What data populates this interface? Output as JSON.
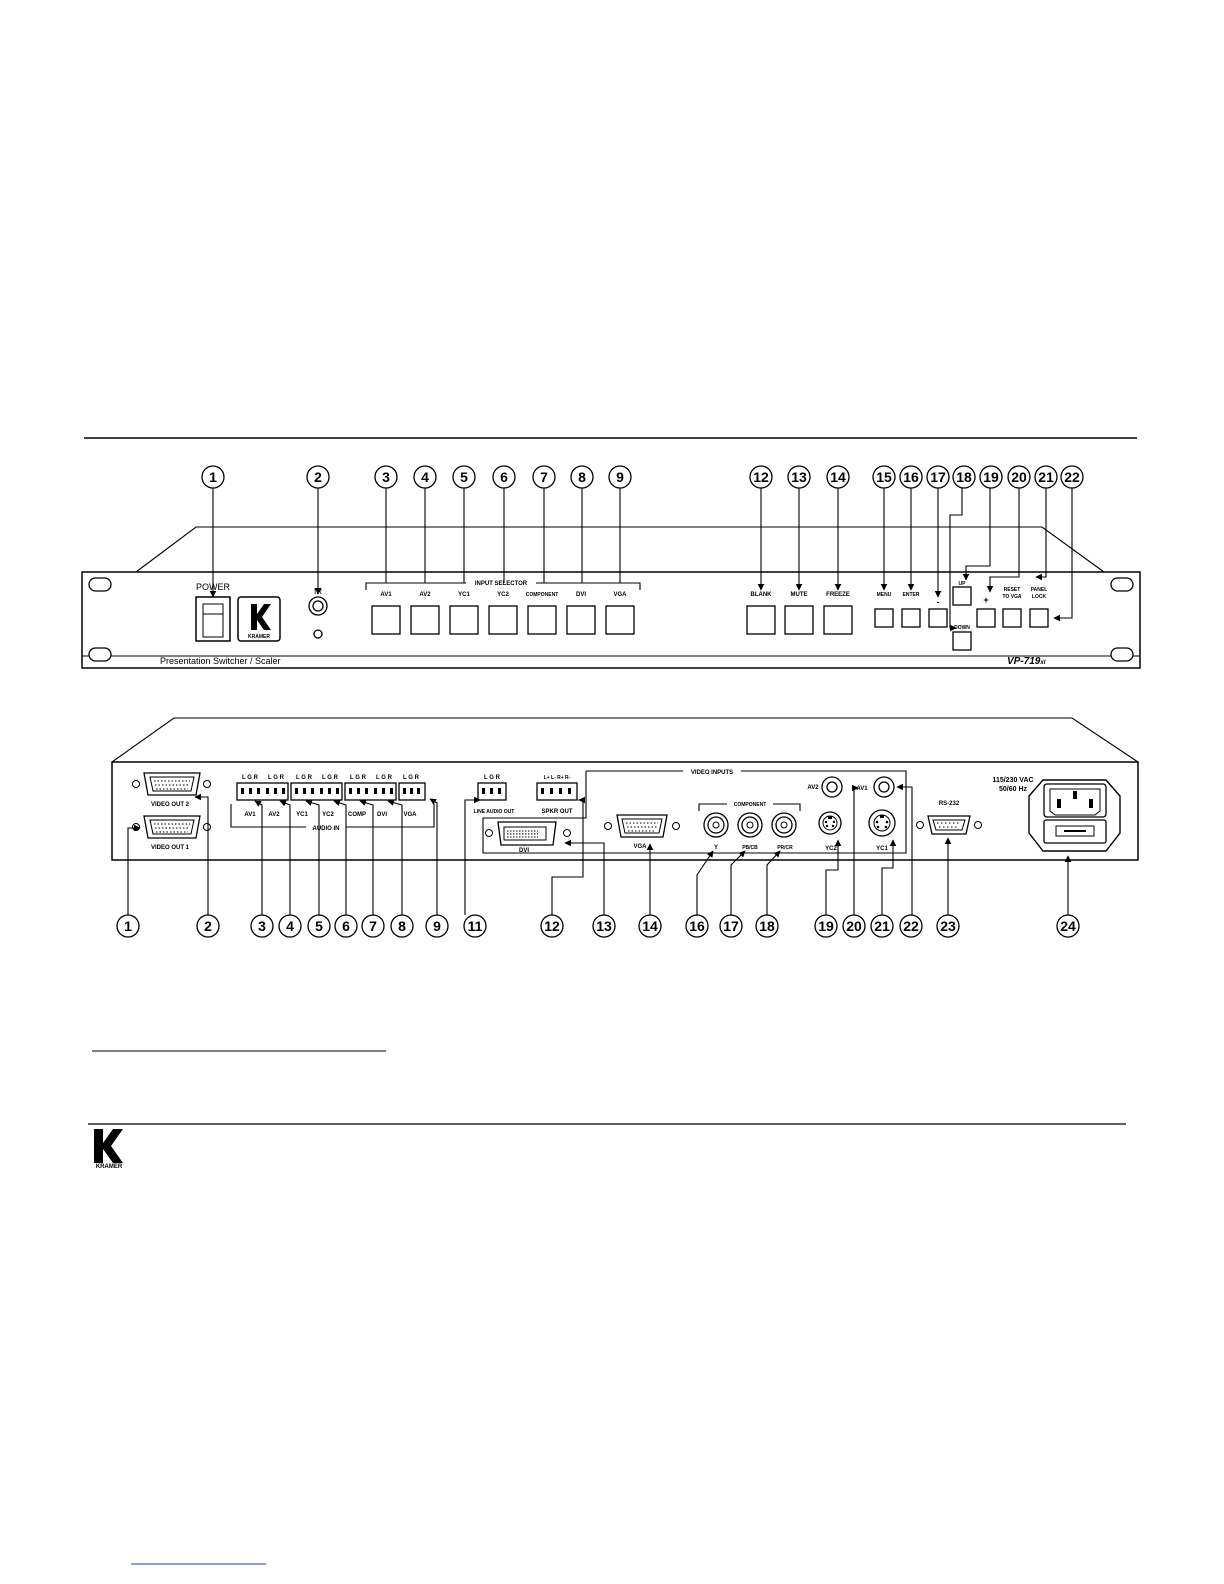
{
  "front": {
    "power_label": "POWER",
    "ir_label": "IR",
    "logo_text": "KRAMER",
    "input_selector_label": "INPUT SELECTOR",
    "input_buttons": [
      "AV1",
      "AV2",
      "YC1",
      "YC2",
      "COMPONENT",
      "DVI",
      "VGA"
    ],
    "right_buttons": [
      "BLANK",
      "MUTE",
      "FREEZE"
    ],
    "menu_label": "MENU",
    "enter_label": "ENTER",
    "minus_label": "-",
    "plus_label": "+",
    "up_label": "UP",
    "down_label": "DOWN",
    "reset_label_1": "RESET",
    "reset_label_2": "TO VGA",
    "panel_lock_1": "PANEL",
    "panel_lock_2": "LOCK",
    "product_description": "Presentation Switcher / Scaler",
    "model": "VP-719",
    "model_suffix": "xl",
    "callouts": [
      "1",
      "2",
      "3",
      "4",
      "5",
      "6",
      "7",
      "8",
      "9",
      "12",
      "13",
      "14",
      "15",
      "16",
      "17",
      "18",
      "19",
      "20",
      "21",
      "22"
    ]
  },
  "rear": {
    "video_out_2": "VIDEO OUT 2",
    "video_out_1": "VIDEO OUT 1",
    "lr": "L G R",
    "audio_labels": [
      "AV1",
      "AV2",
      "YC1",
      "YC2",
      "COMP",
      "DVI",
      "VGA"
    ],
    "audio_in_label": "AUDIO IN",
    "line_audio_out": "LINE AUDIO OUT",
    "spkr_pins": "L+ L- R+ R-",
    "spkr_out": "SPKR OUT",
    "video_inputs": "VIDEO INPUTS",
    "component_label": "COMPONENT",
    "y_label": "Y",
    "pb_label": "PB/CB",
    "pr_label": "PR/CR",
    "av2_label": "AV2",
    "av1_label": "AV1",
    "yc2_label": "YC2",
    "yc1_label": "YC1",
    "dvi_label": "DVI",
    "vga_label": "VGA",
    "rs232_label": "RS-232",
    "power_spec_1": "115/230 VAC",
    "power_spec_2": "50/60 Hz",
    "callouts": [
      "1",
      "2",
      "3",
      "4",
      "5",
      "6",
      "7",
      "8",
      "9",
      "11",
      "12",
      "13",
      "14",
      "16",
      "17",
      "18",
      "19",
      "20",
      "21",
      "22",
      "23",
      "24"
    ]
  },
  "footer": {
    "logo_text": "KRAMER"
  }
}
